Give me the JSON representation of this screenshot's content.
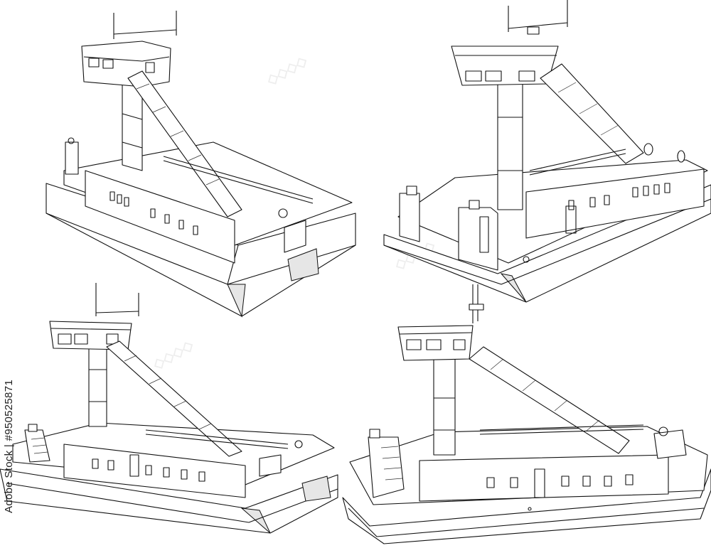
{
  "image": {
    "subject": "Four line-art views of a river pushboat / barge with a tall wheelhouse tower and inclined gangway ladder",
    "style": "black outline sketch on white background",
    "stock_id_text": "Adobe Stock | #950525871"
  },
  "views": [
    {
      "name": "view-top-left"
    },
    {
      "name": "view-top-right"
    },
    {
      "name": "view-bottom-left"
    },
    {
      "name": "view-bottom-right"
    }
  ],
  "colors": {
    "background": "#ffffff",
    "line": "#111111",
    "shade": "#e6e6e6"
  }
}
